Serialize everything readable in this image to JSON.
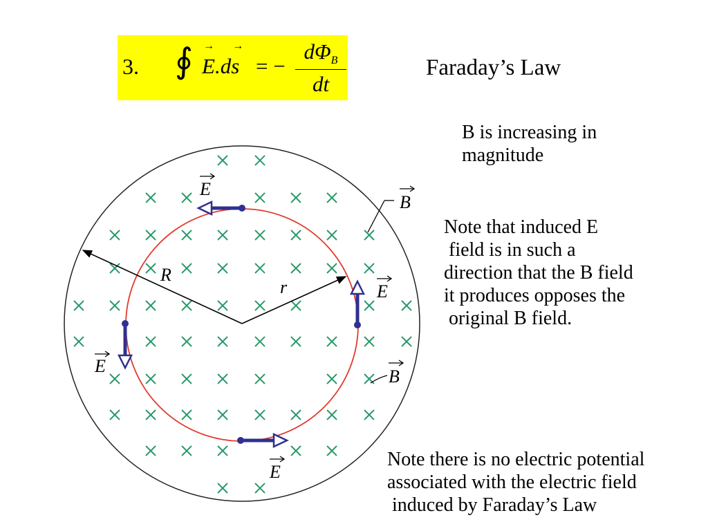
{
  "equation": {
    "number": "3.",
    "integral": "∮",
    "lhs_vec_e": "E",
    "lhs_dot": ".d",
    "lhs_vec_s": "s",
    "rhs_equals": "= −",
    "numerator": "dΦ",
    "numerator_sub": "B",
    "denominator": "dt"
  },
  "title": "Faraday’s Law",
  "notes": {
    "b_increasing": "B is increasing in\nmagnitude",
    "induced_e": "Note that induced E\n field is in such a\ndirection that the B field\nit produces opposes the\n original B field.",
    "no_potential": "Note there is no electric potential\nassociated with the electric field\n induced by Faraday’s Law"
  },
  "diagram_labels": {
    "radius_big": "R",
    "radius_small": "r",
    "field_e": "E",
    "field_b": "B"
  },
  "colors": {
    "highlight": "#ffff00",
    "field_x": "#2a9a6a",
    "loop": "#e03a2a",
    "e_arrow": "#303090"
  }
}
